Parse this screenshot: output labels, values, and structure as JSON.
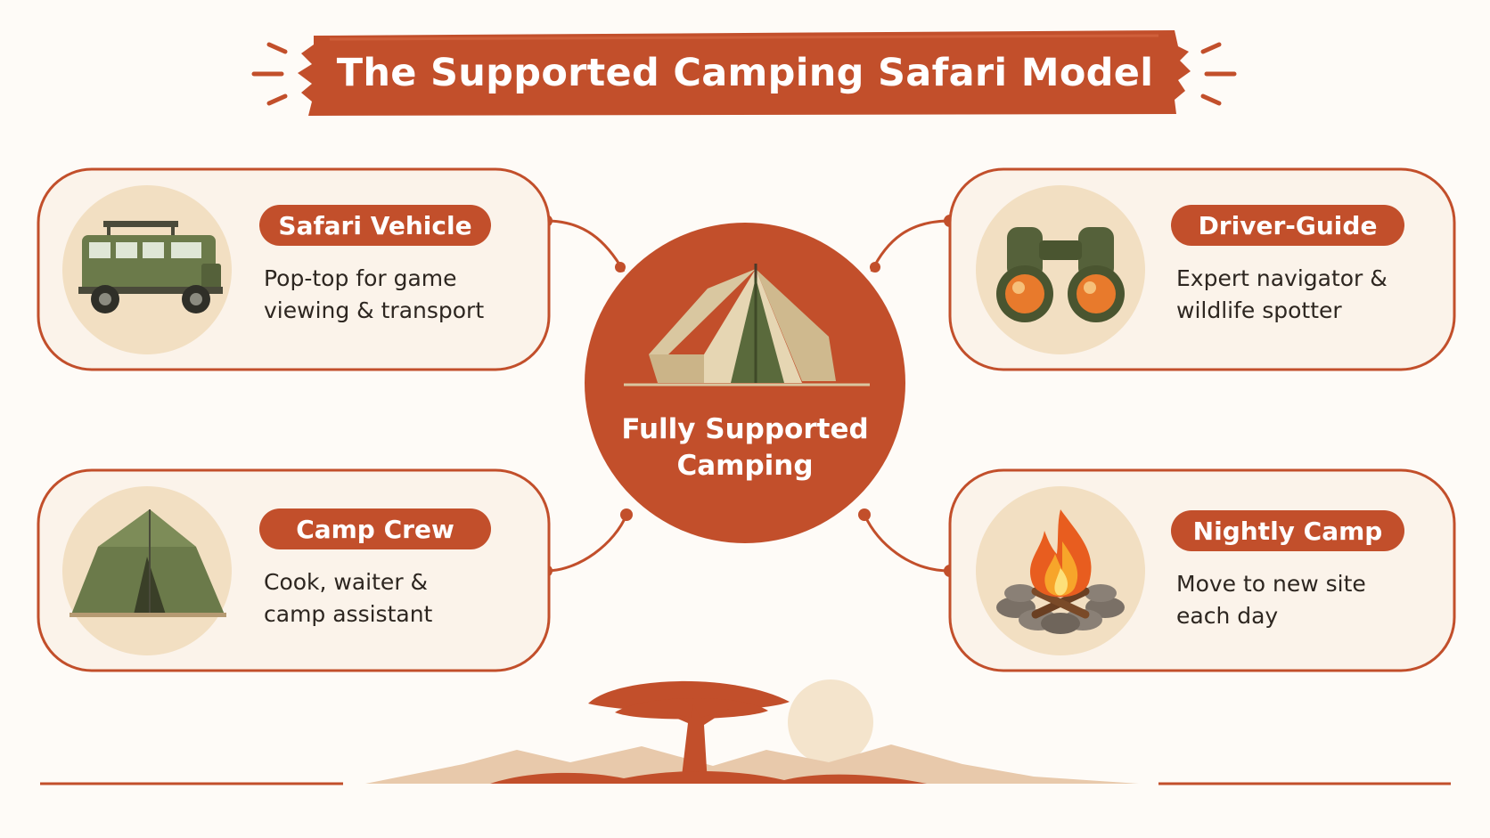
{
  "title": "The Supported Camping Safari Model",
  "center": {
    "label_line1": "Fully Supported",
    "label_line2": "Camping",
    "icon": "canvas-tent-icon"
  },
  "cards": [
    {
      "id": "safari-vehicle",
      "title": "Safari Vehicle",
      "desc_line1": "Pop-top for game",
      "desc_line2": "viewing & transport",
      "icon": "safari-vehicle-icon"
    },
    {
      "id": "driver-guide",
      "title": "Driver-Guide",
      "desc_line1": "Expert navigator &",
      "desc_line2": "wildlife spotter",
      "icon": "binoculars-icon"
    },
    {
      "id": "camp-crew",
      "title": "Camp Crew",
      "desc_line1": "Cook, waiter &",
      "desc_line2": "camp assistant",
      "icon": "crew-tent-icon"
    },
    {
      "id": "nightly-camp",
      "title": "Nightly Camp",
      "desc_line1": "Move to new site",
      "desc_line2": "each day",
      "icon": "campfire-icon"
    }
  ],
  "colors": {
    "accent": "#c24f2b",
    "background": "#fefbf7",
    "card_fill": "#fbf3ea",
    "icon_circle": "#f2dfc2",
    "olive": "#6b7a4a",
    "text": "#2d2620"
  },
  "footer": {
    "icons": [
      "acacia-tree-icon",
      "sun-icon",
      "mountains-icon"
    ]
  }
}
